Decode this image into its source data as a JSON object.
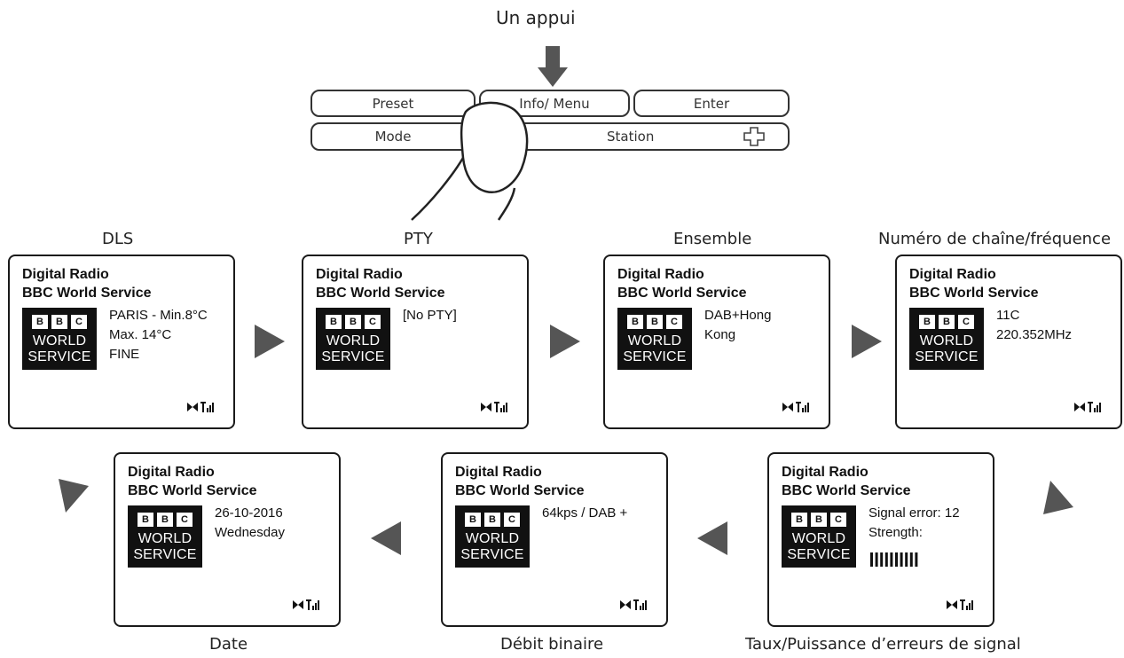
{
  "header": {
    "title": "Un appui"
  },
  "panel": {
    "buttons_top": [
      "Preset",
      "Info/ Menu",
      "Enter"
    ],
    "buttons_bottom": [
      "Mode",
      "Station"
    ]
  },
  "screens": [
    {
      "caption": "DLS",
      "line1": "Digital Radio",
      "line2": "BBC World Service",
      "text": [
        "PARIS - Min.8°C",
        "Max. 14°C",
        "FINE"
      ]
    },
    {
      "caption": "PTY",
      "line1": "Digital Radio",
      "line2": "BBC World Service",
      "text": [
        "[No PTY]"
      ]
    },
    {
      "caption": "Ensemble",
      "line1": "Digital Radio",
      "line2": "BBC World Service",
      "text": [
        "DAB+Hong",
        "Kong"
      ]
    },
    {
      "caption": "Numéro de chaîne/fréquence",
      "line1": "Digital Radio",
      "line2": "BBC World Service",
      "text": [
        "11C",
        "220.352MHz"
      ]
    },
    {
      "caption": "Taux/Puissance d’erreurs de signal",
      "line1": "Digital Radio",
      "line2": "BBC World Service",
      "text": [
        "Signal error: 12",
        "Strength:"
      ]
    },
    {
      "caption": "Débit binaire",
      "line1": "Digital Radio",
      "line2": "BBC World Service",
      "text": [
        "64kps / DAB +"
      ]
    },
    {
      "caption": "Date",
      "line1": "Digital Radio",
      "line2": "BBC World Service",
      "text": [
        "26-10-2016",
        "Wednesday"
      ]
    }
  ],
  "logo": {
    "letters": [
      "B",
      "B",
      "C"
    ],
    "word1": "WORLD",
    "word2": "SERVICE"
  },
  "signal_strength": {
    "bars": 10
  },
  "colors": {
    "arrow": "#555555",
    "screen_border": "#1a1a1a",
    "logo_bg": "#111111"
  }
}
